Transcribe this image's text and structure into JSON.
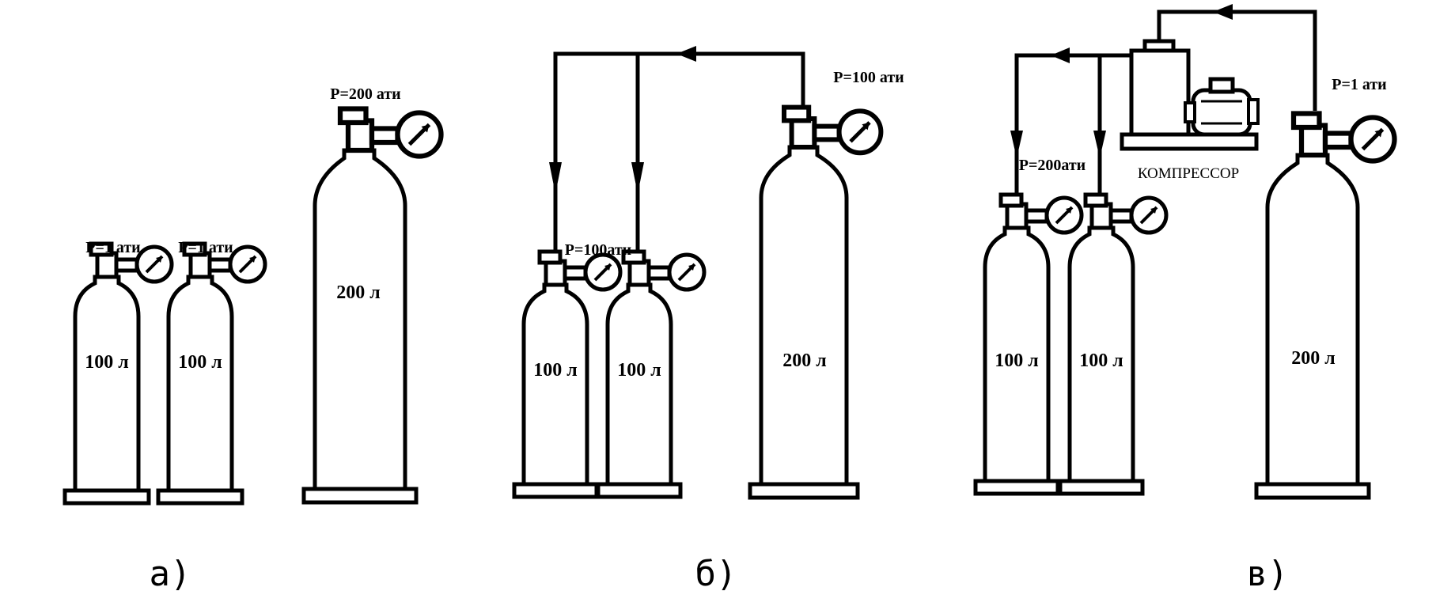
{
  "panels": {
    "a": {
      "caption": "а)",
      "small_left": {
        "volume": "100 л",
        "pressure": "P=1 ати"
      },
      "small_right": {
        "volume": "100 л",
        "pressure": "P=1 ати"
      },
      "large": {
        "volume": "200 л",
        "pressure": "P=200 ати"
      }
    },
    "b": {
      "caption": "б)",
      "small_pressure": "P=100ати",
      "small_left": {
        "volume": "100 л"
      },
      "small_right": {
        "volume": "100 л"
      },
      "large": {
        "volume": "200 л",
        "pressure": "P=100 ати"
      }
    },
    "c": {
      "caption": "в)",
      "small_pressure": "P=200ати",
      "compressor": "КОМПРЕССОР",
      "small_left": {
        "volume": "100 л"
      },
      "small_right": {
        "volume": "100 л"
      },
      "large": {
        "volume": "200 л",
        "pressure": "P=1 ати"
      }
    }
  }
}
